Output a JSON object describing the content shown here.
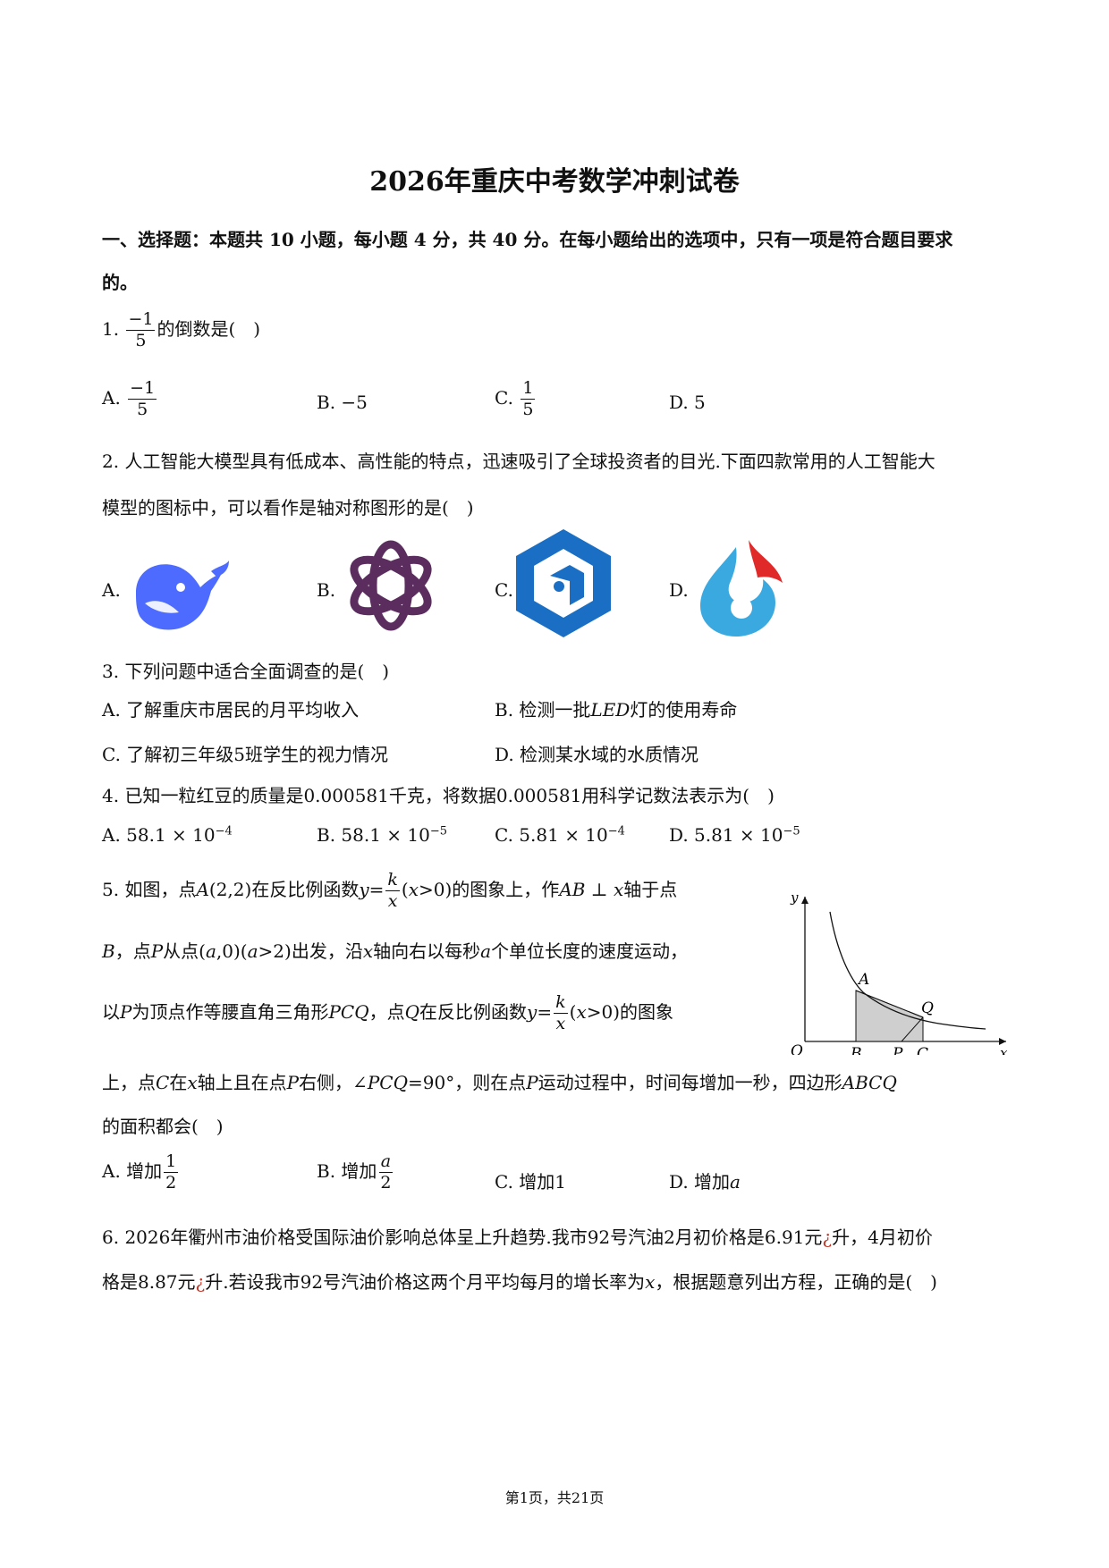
{
  "title": "2026年重庆中考数学冲刺试卷",
  "section1": {
    "line1": "一、选择题：本题共 10 小题，每小题 4 分，共 40 分。在每小题给出的选项中，只有一项是符合题目要求",
    "line2": "的。"
  },
  "q1": {
    "num": "1.",
    "frac_n": "−1",
    "frac_d": "5",
    "text": "的倒数是(　)",
    "A_label": "A.",
    "A_n": "−1",
    "A_d": "5",
    "B": "B. −5",
    "C_label": "C.",
    "C_n": "1",
    "C_d": "5",
    "D": "D. 5"
  },
  "q2": {
    "line1": "2. 人工智能大模型具有低成本、高性能的特点，迅速吸引了全球投资者的目光.下面四款常用的人工智能大",
    "line2": "模型的图标中，可以看作是轴对称图形的是(　)",
    "A": "A.",
    "B": "B.",
    "C": "C.",
    "D": "D."
  },
  "q3": {
    "stem": "3. 下列问题中适合全面调查的是(　)",
    "A": "A. 了解重庆市居民的月平均收入",
    "B_pre": "B. 检测一批",
    "B_it": "LED",
    "B_post": "灯的使用寿命",
    "C": "C. 了解初三年级5班学生的视力情况",
    "D": "D. 检测某水域的水质情况"
  },
  "q4": {
    "stem": "4. 已知一粒红豆的质量是0.000581千克，将数据0.000581用科学记数法表示为(　)",
    "A": "A. 58.1 × 10",
    "A_exp": "−4",
    "B": "B. 58.1 × 10",
    "B_exp": "−5",
    "C": "C. 5.81 × 10",
    "C_exp": "−4",
    "D": "D. 5.81 × 10",
    "D_exp": "−5"
  },
  "q5": {
    "l1_a": "5. 如图，点",
    "l1_b": "A",
    "l1_c": "(2,2)在反比例函数",
    "l1_d": "y",
    "l1_e": "=",
    "l1_k": "k",
    "l1_x": "x",
    "l1_f": "(",
    "l1_g": "x",
    "l1_h": ">0)的图象上，作",
    "l1_i": "AB",
    "l1_j": " ⊥ ",
    "l1_l": "x",
    "l1_m": "轴于点",
    "l2_a": "B",
    "l2_b": "，点",
    "l2_c": "P",
    "l2_d": "从点(",
    "l2_e": "a",
    "l2_f": ",0)(",
    "l2_g": "a",
    "l2_h": ">2)出发，沿",
    "l2_i": "x",
    "l2_j": "轴向右以每秒",
    "l2_k": "a",
    "l2_l": "个单位长度的速度运动，",
    "l3_a": "以",
    "l3_b": "P",
    "l3_c": "为顶点作等腰直角三角形",
    "l3_d": "PCQ",
    "l3_e": "，点",
    "l3_f": "Q",
    "l3_g": "在反比例函数",
    "l3_h": "y",
    "l3_i": "=",
    "l3_k": "k",
    "l3_x": "x",
    "l3_j": "(",
    "l3_l": "x",
    "l3_m": ">0)的图象",
    "l4_a": "上，点",
    "l4_b": "C",
    "l4_c": "在",
    "l4_d": "x",
    "l4_e": "轴上且在点",
    "l4_f": "P",
    "l4_g": "右侧，∠",
    "l4_h": "PCQ",
    "l4_i": "=90°，则在点",
    "l4_j": "P",
    "l4_k": "运动过程中，时间每增加一秒，四边形",
    "l4_l": "ABCQ",
    "l5": "的面积都会(　)",
    "A_label": "A. 增加",
    "A_n": "1",
    "A_d": "2",
    "B_label": "B. 增加",
    "B_n": "a",
    "B_d": "2",
    "C": "C. 增加1",
    "D_label": "D. 增加",
    "D_it": "a",
    "fig": {
      "y": "y",
      "x": "x",
      "O": "O",
      "A": "A",
      "Q": "Q",
      "B": "B",
      "P": "P",
      "C": "C"
    }
  },
  "q6": {
    "l1_a": "6. 2026年衢州市油价格受国际油价影响总体呈上升趋势.我市92号汽油2月初价格是6.91元",
    "l1_red": "¿",
    "l1_b": "升，4月初价",
    "l2_a": "格是8.87元",
    "l2_red": "¿",
    "l2_b": "升.若设我市92号汽油价格这两个月平均每月的增长率为",
    "l2_x": "x",
    "l2_c": "，根据题意列出方程，正确的是(　)"
  },
  "footer": "第1页，共21页",
  "colors": {
    "deepseek": "#4d6bfe",
    "openai": "#5a2d5e",
    "hex": "#1a6fc4",
    "drop_blue": "#3aa9e0",
    "drop_red": "#e02a2a"
  }
}
